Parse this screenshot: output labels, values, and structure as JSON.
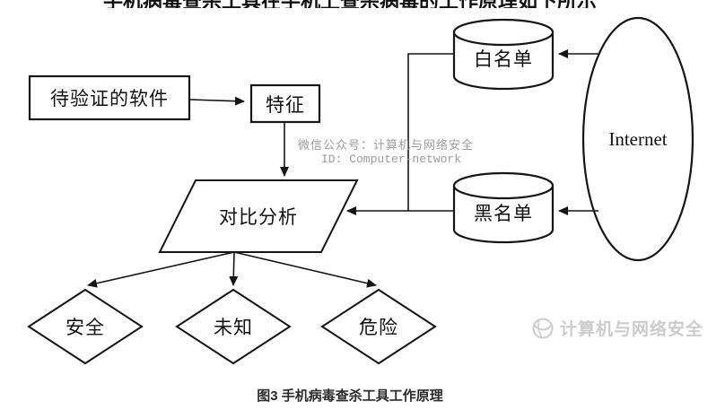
{
  "cropped_title": "手机病毒查杀工具在手机上查杀病毒的工作原理如下所示",
  "nodes": {
    "software": "待验证的软件",
    "feature": "特征",
    "compare": "对比分析",
    "whitelist": "白名单",
    "blacklist": "黑名单",
    "internet": "Internet",
    "safe": "安全",
    "unknown": "未知",
    "danger": "危险"
  },
  "watermark": {
    "line1": "微信公众号：计算机与网络安全",
    "line2": "ID: Computer-network",
    "brand": "计算机与网络安全"
  },
  "caption": "图3  手机病毒查杀工具工作原理",
  "colors": {
    "line": "#151515",
    "watermark_gray": "#9b9b9b",
    "brand_gray": "#cccccc"
  }
}
